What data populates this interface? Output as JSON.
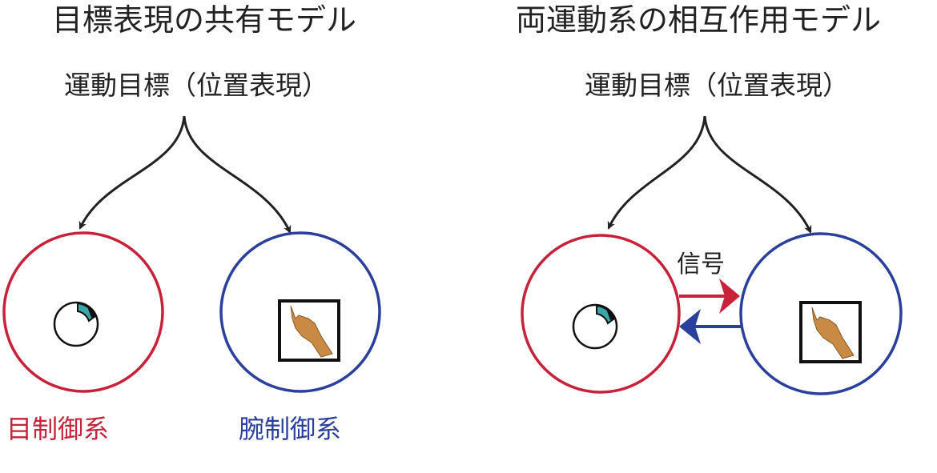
{
  "colors": {
    "eye_system": "#c8213a",
    "arm_system": "#2b3f9c",
    "text": "#222222"
  },
  "left_panel": {
    "title": "目標表現の共有モデル",
    "goal": "運動目標（位置表現）",
    "eye_label": "目制御系",
    "arm_label": "腕制御系"
  },
  "right_panel": {
    "title": "両運動系の相互作用モデル",
    "goal": "運動目標（位置表現）",
    "signal_label": "信号"
  }
}
